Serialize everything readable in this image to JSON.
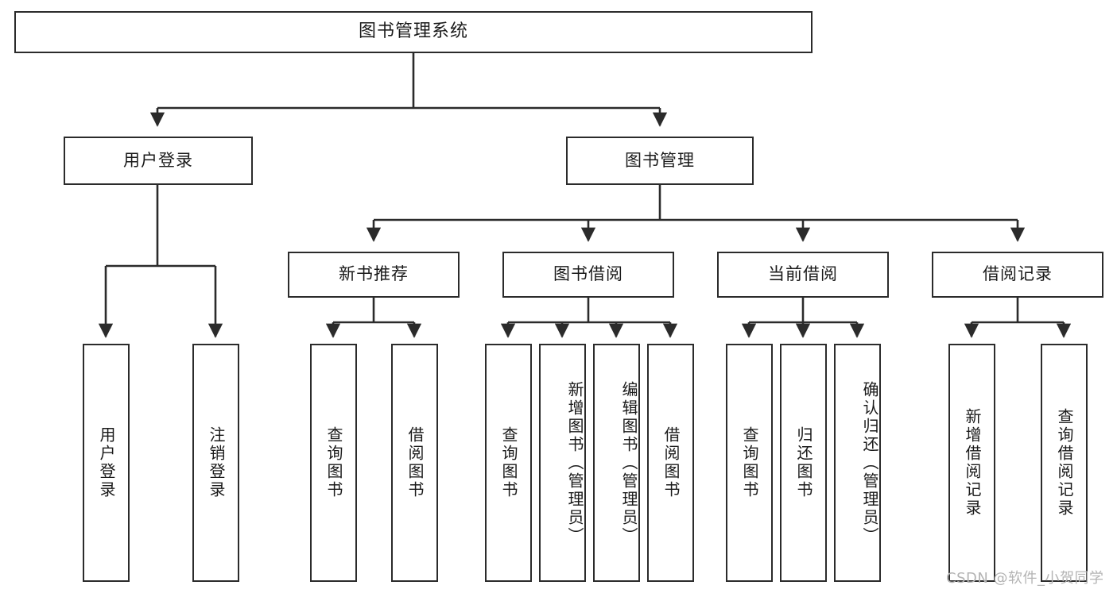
{
  "diagram": {
    "title": "图书管理系统",
    "type": "tree-hierarchy",
    "orientation": "top-down",
    "line_color": "#2b2b2b",
    "box_fill": "#ffffff",
    "text_color": "#1a1a1a"
  },
  "root": {
    "label": "图书管理系统"
  },
  "level2": [
    {
      "label": "用户登录"
    },
    {
      "label": "图书管理"
    }
  ],
  "level3": [
    {
      "label": "新书推荐"
    },
    {
      "label": "图书借阅"
    },
    {
      "label": "当前借阅"
    },
    {
      "label": "借阅记录"
    }
  ],
  "leaves": {
    "user_login": [
      {
        "label": "用户登录"
      },
      {
        "label": "注销登录"
      }
    ],
    "new_book_recommend": [
      {
        "label": "查询图书"
      },
      {
        "label": "借阅图书"
      }
    ],
    "book_borrow": [
      {
        "label": "查询图书"
      },
      {
        "label": "新增图书（管理员）"
      },
      {
        "label": "编辑图书（管理员）"
      },
      {
        "label": "借阅图书"
      }
    ],
    "current_borrow": [
      {
        "label": "查询图书"
      },
      {
        "label": "归还图书"
      },
      {
        "label": "确认归还（管理员）"
      }
    ],
    "borrow_record": [
      {
        "label": "新增借阅记录"
      },
      {
        "label": "查询借阅记录"
      }
    ]
  },
  "watermark": {
    "text": "CSDN @软件_小贺同学"
  }
}
